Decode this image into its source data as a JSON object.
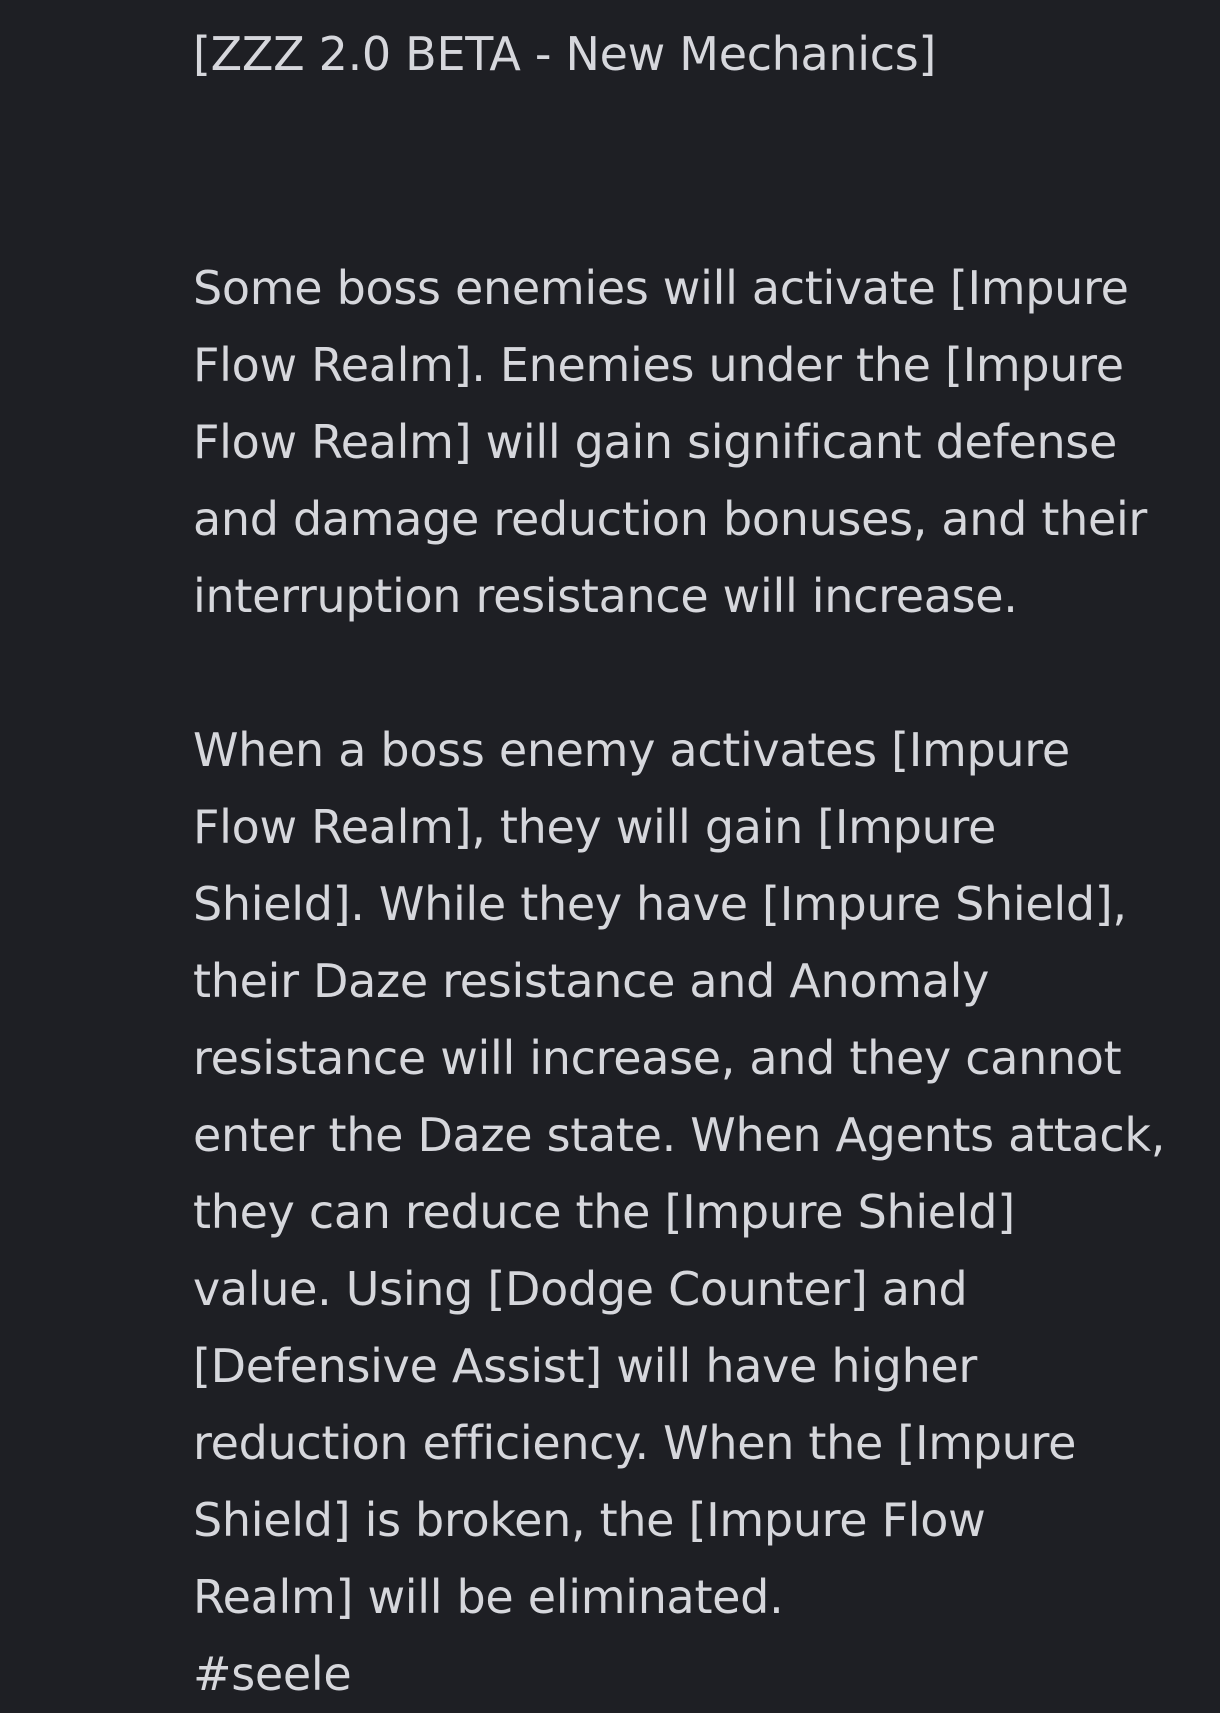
{
  "message": {
    "title": "[ZZZ 2.0 BETA - New Mechanics]",
    "paragraph1_lines": [
      "Some boss enemies will activate [Impure",
      "Flow Realm]. Enemies under the [Impure",
      "Flow Realm] will gain significant defense",
      "and damage reduction bonuses, and their",
      "interruption resistance will increase."
    ],
    "paragraph2_lines": [
      "When a boss enemy activates [Impure",
      "Flow Realm], they will gain [Impure",
      "Shield]. While they have [Impure Shield],",
      "their Daze resistance and Anomaly",
      "resistance will increase, and they cannot",
      "enter the Daze state. When Agents attack,",
      "they can reduce the [Impure Shield]",
      "value. Using [Dodge Counter] and",
      "[Defensive Assist] will have higher",
      "reduction efficiency. When the [Impure",
      "Shield] is broken, the [Impure Flow",
      "Realm] will be eliminated."
    ],
    "hashtag": "#seele"
  }
}
